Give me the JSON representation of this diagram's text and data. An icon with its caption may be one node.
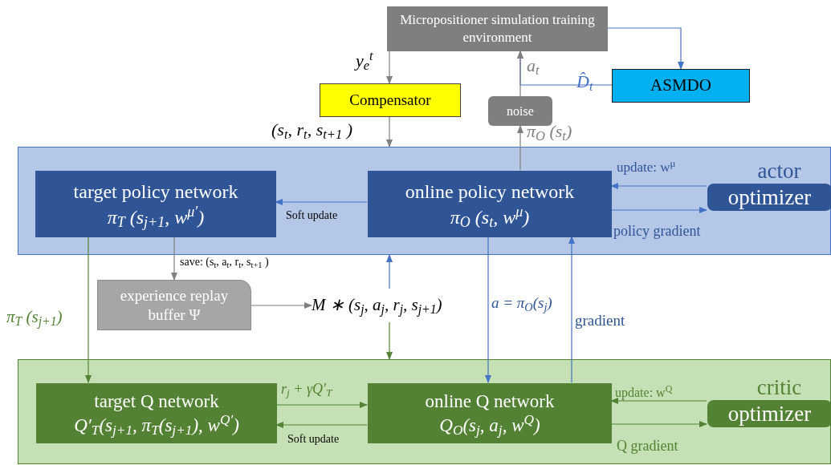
{
  "diagram": {
    "nodes": [
      {
        "text": [
          "Micropositioner simulation training environment"
        ]
      },
      {
        "text": [
          "Compensator"
        ]
      },
      {
        "text": [
          "ASMDO"
        ]
      },
      {
        "text": [
          "noise"
        ]
      },
      {
        "text": [],
        "shape": "box"
      },
      {
        "text": [
          "target policy network",
          "π$_{T}$ (s$_{j+1}$, w$^{μ′}$)"
        ],
        "in": 4
      },
      {
        "text": [
          "online policy network",
          "π$_{O}$ (s$_{t}$, w$^{μ}$)"
        ],
        "in": 4
      },
      {
        "text": [
          "actor",
          "optimizer"
        ],
        "in": 4
      },
      {
        "text": [
          "experience replay buffer Ψ"
        ]
      },
      {
        "text": [
          "M ∗ (s$_{j}$, a$_{j}$, r$_{j}$, s$_{j+1}$)"
        ]
      },
      {
        "text": [],
        "shape": "box"
      },
      {
        "text": [
          "target Q network",
          "Q′$_{T}$(s$_{j+1}$, π$_{T}$(s$_{j+1}$), w$^{Q′}$)"
        ],
        "in": 10
      },
      {
        "text": [
          "online Q network",
          "Q$_{O}$(s$_{j}$, a$_{j}$, w$^{Q}$)"
        ],
        "in": 10
      },
      {
        "text": [
          "critic",
          "optimizer"
        ],
        "in": 10
      }
    ],
    "edges": [
      {
        "from": 0,
        "to": 1,
        "arrow": "to",
        "label": "y$_{e}$$^{t}$",
        "color": "#7f7f7f"
      },
      {
        "from": 1,
        "to": 4,
        "arrow": "to",
        "label": "(s$_{t}$, r$_{t}$, s$_{t+1}$ )",
        "color": "#7f7f7f"
      },
      {
        "from": 0,
        "to": 2,
        "arrow": "to"
      },
      {
        "from": 2,
        "to": 0,
        "arrow": "to",
        "label": "D̂$_{t}$"
      },
      {
        "from": 3,
        "to": 0,
        "arrow": "to",
        "label": "a$_{t}$",
        "color": "#7f7f7f"
      },
      {
        "from": 6,
        "to": 3,
        "arrow": "to",
        "label": "π$_{O}$ (s$_{t}$)",
        "color": "#7f7f7f"
      },
      {
        "from": 6,
        "to": 5,
        "arrow": "to",
        "label": "Soft update"
      },
      {
        "from": 7,
        "to": 6,
        "arrow": "to",
        "label": "update: w$^{μ}$"
      },
      {
        "from": 6,
        "to": 7,
        "arrow": "to",
        "label": "policy gradient"
      },
      {
        "from": 5,
        "to": 8,
        "arrow": "to",
        "label": "save: (s$_{t}$, a$_{t}$, r$_{t}$, s$_{t+1}$ )",
        "color": "#7f7f7f"
      },
      {
        "from": 8,
        "to": 9,
        "arrow": "to",
        "color": "#7f7f7f"
      },
      {
        "from": 9,
        "to": 4,
        "arrow": "to"
      },
      {
        "from": 9,
        "to": 10,
        "arrow": "to",
        "color": "#548235"
      },
      {
        "from": 5,
        "to": 11,
        "arrow": "to",
        "label": "π$_{T}$ (s$_{j+1}$)",
        "color": "#548235"
      },
      {
        "from": 6,
        "to": 12,
        "arrow": "to",
        "label": "a = π$_{O}$(s$_{j}$)"
      },
      {
        "from": 12,
        "to": 6,
        "arrow": "to",
        "label": "gradient"
      },
      {
        "from": 11,
        "to": 12,
        "arrow": "to",
        "label": "r$_{j}$ + γQ′$_{T}$",
        "color": "#548235"
      },
      {
        "from": 12,
        "to": 11,
        "arrow": "to",
        "label": "Soft update",
        "color": "#548235"
      },
      {
        "from": 13,
        "to": 12,
        "arrow": "to",
        "label": "update: w$^{Q}$",
        "color": "#548235"
      },
      {
        "from": 12,
        "to": 13,
        "arrow": "to",
        "label": "Q gradient",
        "color": "#548235"
      }
    ]
  }
}
